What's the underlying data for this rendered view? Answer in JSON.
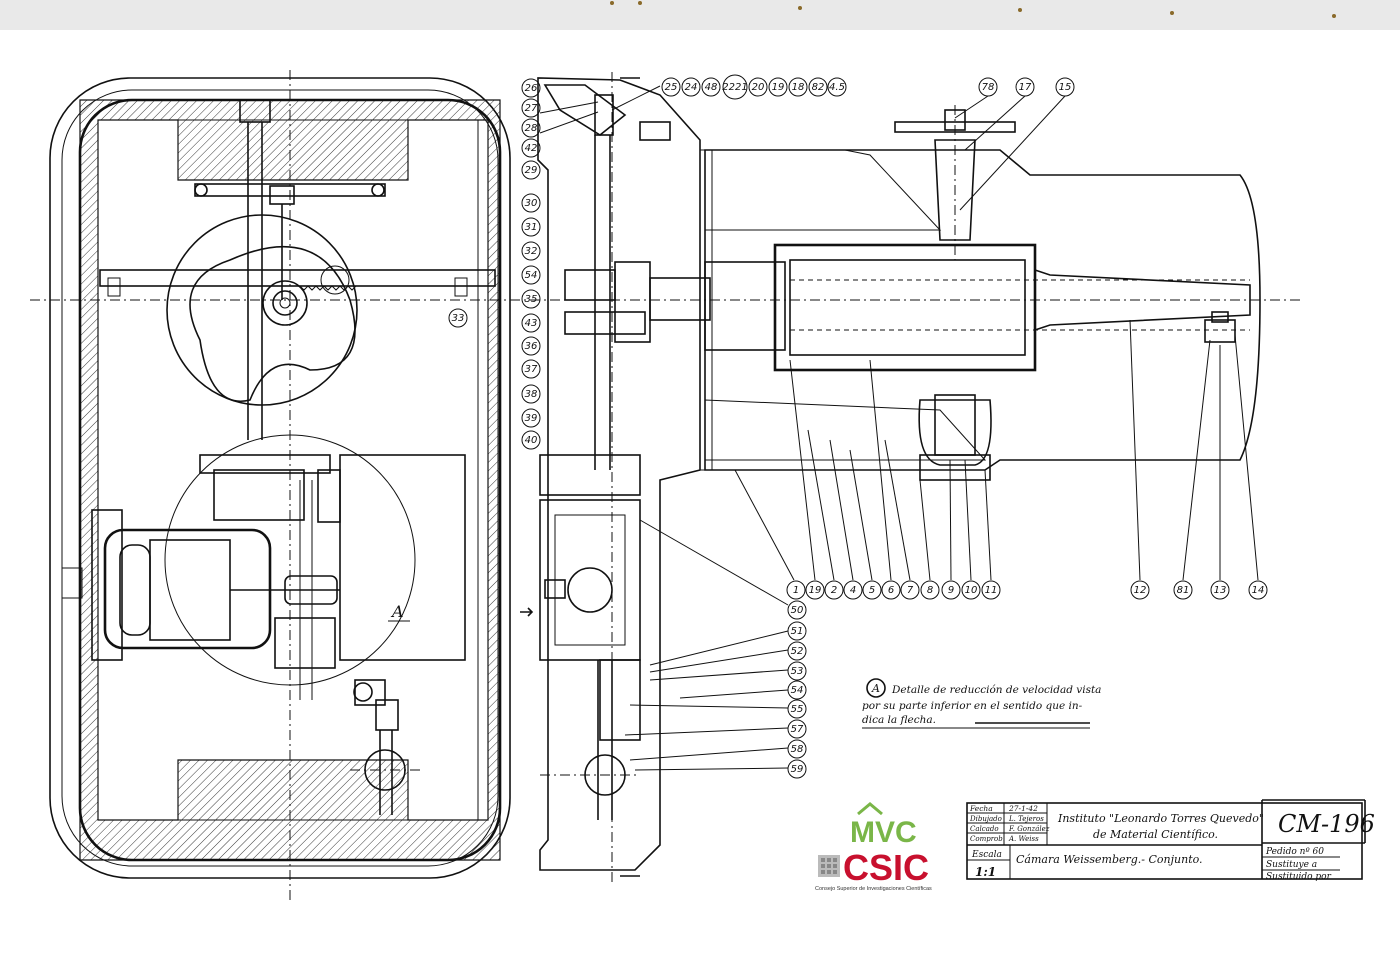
{
  "drawing": {
    "left_callouts": [
      "26",
      "27",
      "28",
      "42",
      "29",
      "30",
      "31",
      "32",
      "54",
      "35",
      "43",
      "36",
      "37",
      "38",
      "39",
      "40"
    ],
    "top_callouts": [
      "25",
      "24",
      "48",
      "2221",
      "20",
      "19",
      "18",
      "82",
      "4.5",
      "78",
      "17",
      "15"
    ],
    "bottom_callouts": [
      "1",
      "19",
      "2",
      "4",
      "5",
      "6",
      "7",
      "8",
      "9",
      "10",
      "11",
      "12",
      "81",
      "13",
      "14"
    ],
    "right_callouts": [
      "50",
      "51",
      "52",
      "53",
      "54",
      "55",
      "57",
      "58",
      "59"
    ],
    "ref_33": "33",
    "detail_letter": "A",
    "detail_note_line1": "Detalle de reducción de velocidad vista",
    "detail_note_line2": "por su parte inferior en el sentido que in-",
    "detail_note_line3": "dica la flecha."
  },
  "title_block": {
    "row_labels": [
      "Fecha",
      "Dibujado",
      "Calcado",
      "Comprob."
    ],
    "row_values": [
      "27-1-42",
      "L. Tejeros",
      "F. González",
      "A. Weiss"
    ],
    "institute_line1": "Instituto \"Leonardo Torres Quevedo\"",
    "institute_line2": "de Material Científico.",
    "drawing_number": "CM-196",
    "scale_label": "Escala",
    "scale_value": "1:1",
    "title": "Cámara Weissemberg.- Conjunto.",
    "order_label": "Pedido nº 60",
    "replaces_label": "Sustituye a",
    "replaced_by_label": "Sustituido por"
  },
  "logo": {
    "mvc": "MVC",
    "csic": "CSIC",
    "tagline": "Consejo Superior de Investigaciones Científicas",
    "colors": {
      "green": "#7ab648",
      "red": "#c8102e"
    }
  }
}
